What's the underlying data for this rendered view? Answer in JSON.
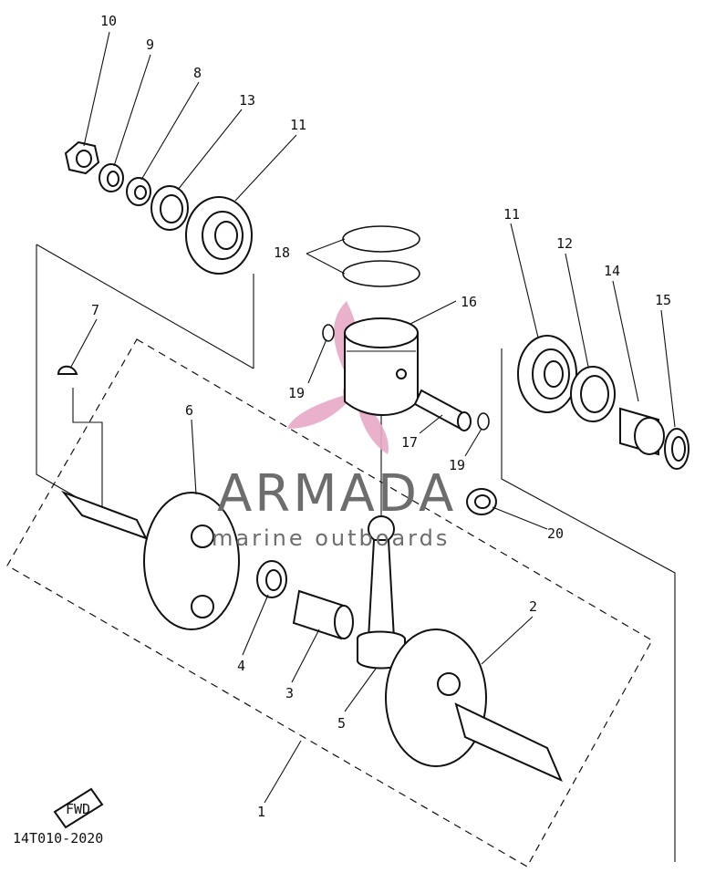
{
  "diagram": {
    "part_numbers": [
      "1",
      "2",
      "3",
      "4",
      "5",
      "6",
      "7",
      "8",
      "9",
      "10",
      "11",
      "11",
      "12",
      "13",
      "14",
      "15",
      "16",
      "17",
      "18",
      "19",
      "19",
      "20"
    ],
    "diagram_code": "14T010-2020",
    "fwd_label": "FWD"
  },
  "watermark": {
    "title": "ARMADA",
    "subtitle": "marine outboards",
    "logo_color": "#e8a9c8",
    "text_color": "#6d6d6d"
  }
}
